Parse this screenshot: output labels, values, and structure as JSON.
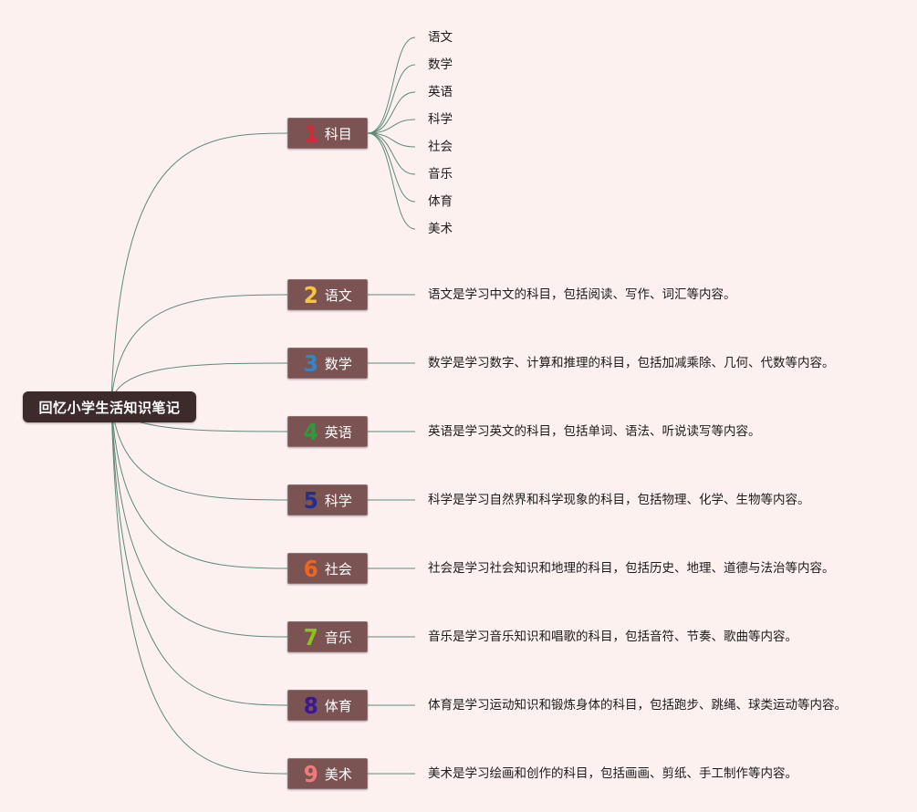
{
  "root": {
    "label": "回忆小学生活知识笔记"
  },
  "branches": [
    {
      "num": "1",
      "color": "#d12b3a",
      "label": "科目",
      "children": [
        "语文",
        "数学",
        "英语",
        "科学",
        "社会",
        "音乐",
        "体育",
        "美术"
      ]
    },
    {
      "num": "2",
      "color": "#f5c53c",
      "label": "语文",
      "children": [
        "语文是学习中文的科目，包括阅读、写作、词汇等内容。"
      ]
    },
    {
      "num": "3",
      "color": "#2f86c9",
      "label": "数学",
      "children": [
        "数学是学习数字、计算和推理的科目，包括加减乘除、几何、代数等内容。"
      ]
    },
    {
      "num": "4",
      "color": "#2f9a3a",
      "label": "英语",
      "children": [
        "英语是学习英文的科目，包括单词、语法、听说读写等内容。"
      ]
    },
    {
      "num": "5",
      "color": "#232f8f",
      "label": "科学",
      "children": [
        "科学是学习自然界和科学现象的科目，包括物理、化学、生物等内容。"
      ]
    },
    {
      "num": "6",
      "color": "#f0651e",
      "label": "社会",
      "children": [
        "社会是学习社会知识和地理的科目，包括历史、地理、道德与法治等内容。"
      ]
    },
    {
      "num": "7",
      "color": "#8cc21f",
      "label": "音乐",
      "children": [
        "音乐是学习音乐知识和唱歌的科目，包括音符、节奏、歌曲等内容。"
      ]
    },
    {
      "num": "8",
      "color": "#3a1796",
      "label": "体育",
      "children": [
        "体育是学习运动知识和锻炼身体的科目，包括跑步、跳绳、球类运动等内容。"
      ]
    },
    {
      "num": "9",
      "color": "#f07a7a",
      "label": "美术",
      "children": [
        "美术是学习绘画和创作的科目，包括画画、剪纸、手工制作等内容。"
      ]
    }
  ],
  "colors": {
    "background": "#fdf1f0",
    "root": "#3d2a2a",
    "branch": "#7b5353",
    "line": "#5f8a78"
  }
}
